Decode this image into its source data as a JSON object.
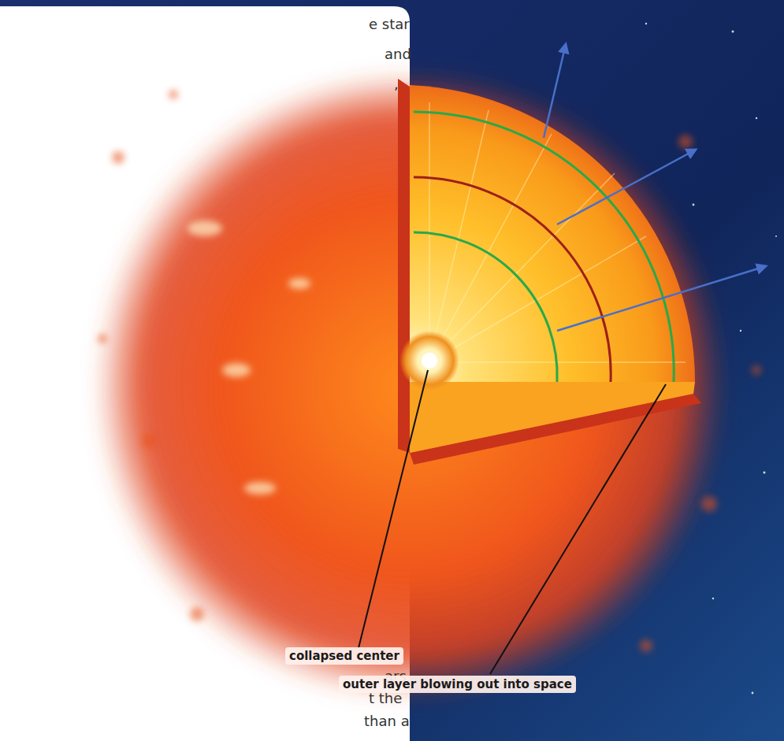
{
  "diagram": {
    "labels": [
      "e star",
      "and",
      ",",
      "ars",
      "t the",
      "than a",
      "collapsed center",
      "outer layer blowing out into space"
    ]
  }
}
